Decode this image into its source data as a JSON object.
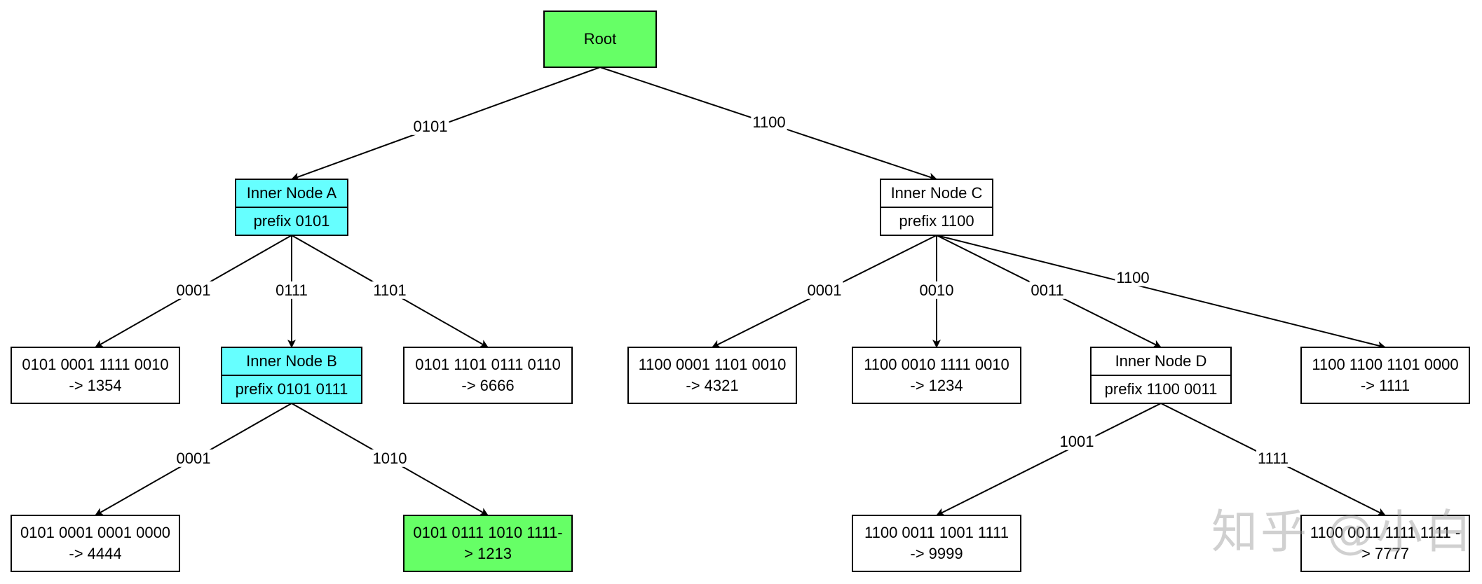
{
  "colors": {
    "root_fill": "#66ff66",
    "inner_fill": "#66ffff",
    "leaf_fill": "#ffffff",
    "highlight_fill": "#66ff66",
    "stroke": "#000000"
  },
  "nodes": [
    {
      "id": "root",
      "type": "root",
      "lines": [
        "Root"
      ]
    },
    {
      "id": "inner-a",
      "type": "inner",
      "title": "Inner Node A",
      "prefix": "prefix 0101",
      "highlight": true
    },
    {
      "id": "inner-c",
      "type": "inner",
      "title": "Inner Node C",
      "prefix": "prefix 1100",
      "highlight": false
    },
    {
      "id": "leaf-1354",
      "type": "leaf",
      "lines": [
        "0101 0001 1111 0010",
        "-> 1354"
      ]
    },
    {
      "id": "inner-b",
      "type": "inner",
      "title": "Inner Node B",
      "prefix": "prefix 0101 0111",
      "highlight": true
    },
    {
      "id": "leaf-6666",
      "type": "leaf",
      "lines": [
        "0101 1101 0111 0110",
        "-> 6666"
      ]
    },
    {
      "id": "leaf-4321",
      "type": "leaf",
      "lines": [
        "1100 0001 1101 0010",
        "-> 4321"
      ]
    },
    {
      "id": "leaf-1234",
      "type": "leaf",
      "lines": [
        "1100 0010 1111 0010",
        "-> 1234"
      ]
    },
    {
      "id": "inner-d",
      "type": "inner",
      "title": "Inner Node D",
      "prefix": "prefix 1100 0011",
      "highlight": false
    },
    {
      "id": "leaf-1111",
      "type": "leaf",
      "lines": [
        "1100 1100 1101 0000",
        "-> 1111"
      ]
    },
    {
      "id": "leaf-4444",
      "type": "leaf",
      "lines": [
        "0101 0001 0001 0000",
        "-> 4444"
      ]
    },
    {
      "id": "leaf-1213",
      "type": "leaf-highlight",
      "lines": [
        "0101 0111 1010 1111-",
        "> 1213"
      ]
    },
    {
      "id": "leaf-9999",
      "type": "leaf",
      "lines": [
        "1100 0011 1001 1111",
        "-> 9999"
      ]
    },
    {
      "id": "leaf-7777",
      "type": "leaf",
      "lines": [
        "1100 0011 1111 1111 -",
        "> 7777"
      ]
    }
  ],
  "edges": [
    {
      "from": "root",
      "to": "inner-a",
      "label": "0101"
    },
    {
      "from": "root",
      "to": "inner-c",
      "label": "1100"
    },
    {
      "from": "inner-a",
      "to": "leaf-1354",
      "label": "0001"
    },
    {
      "from": "inner-a",
      "to": "inner-b",
      "label": "0111"
    },
    {
      "from": "inner-a",
      "to": "leaf-6666",
      "label": "1101"
    },
    {
      "from": "inner-c",
      "to": "leaf-4321",
      "label": "0001"
    },
    {
      "from": "inner-c",
      "to": "leaf-1234",
      "label": "0010"
    },
    {
      "from": "inner-c",
      "to": "inner-d",
      "label": "0011"
    },
    {
      "from": "inner-c",
      "to": "leaf-1111",
      "label": "1100"
    },
    {
      "from": "inner-b",
      "to": "leaf-4444",
      "label": "0001"
    },
    {
      "from": "inner-b",
      "to": "leaf-1213",
      "label": "1010"
    },
    {
      "from": "inner-d",
      "to": "leaf-9999",
      "label": "1001"
    },
    {
      "from": "inner-d",
      "to": "leaf-7777",
      "label": "1111"
    }
  ],
  "watermark": "知乎 @小白"
}
